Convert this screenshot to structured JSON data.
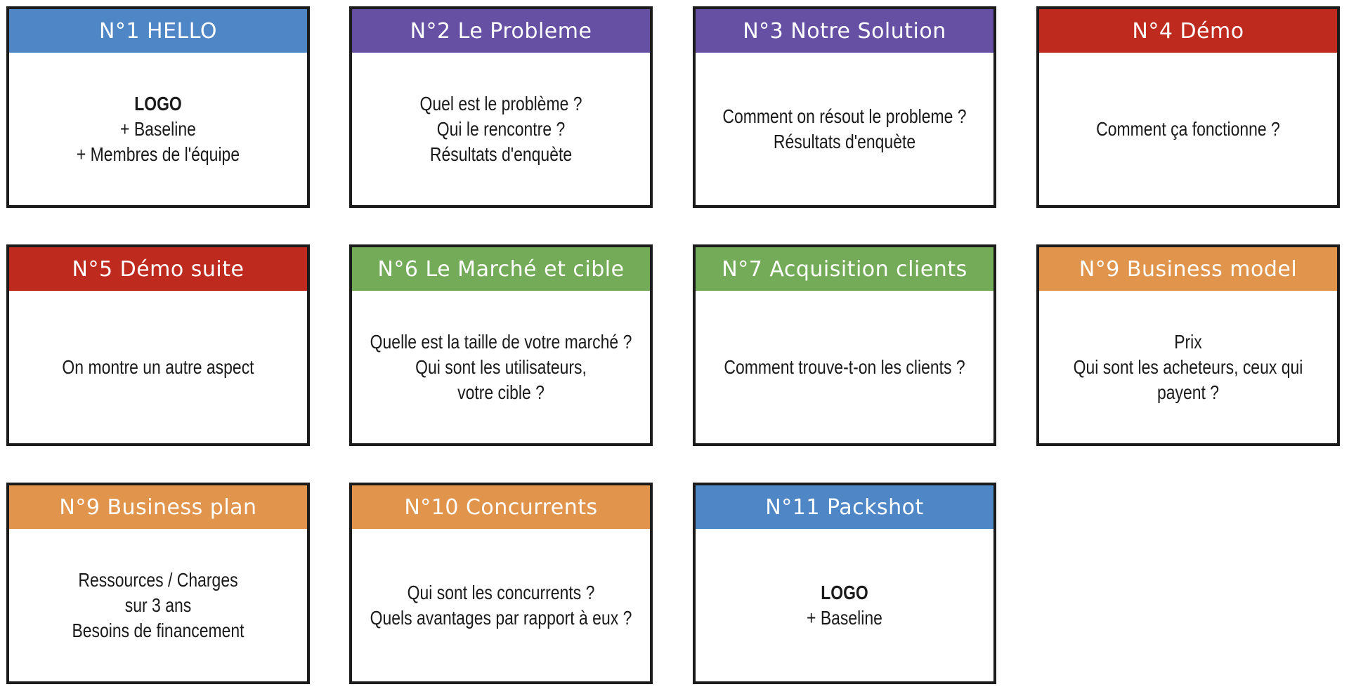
{
  "colors": {
    "blue": "#4f86c6",
    "purple": "#6650a4",
    "red": "#bf2a1f",
    "green": "#74ab58",
    "orange": "#e0944c"
  },
  "cards": [
    {
      "title": "N°1 HELLO",
      "color": "#4f86c6",
      "lines": [
        "LOGO",
        "+ Baseline",
        "+ Membres de l'équipe"
      ],
      "bold": [
        true,
        false,
        false
      ]
    },
    {
      "title": "N°2 Le Probleme",
      "color": "#6650a4",
      "lines": [
        "Quel est le problème ?",
        "Qui le rencontre ?",
        "Résultats d'enquète"
      ],
      "bold": [
        false,
        false,
        false
      ]
    },
    {
      "title": "N°3 Notre Solution",
      "color": "#6650a4",
      "lines": [
        "Comment on résout le probleme ?",
        "Résultats d'enquète"
      ],
      "bold": [
        false,
        false
      ]
    },
    {
      "title": "N°4 Démo",
      "color": "#bf2a1f",
      "lines": [
        "Comment ça fonctionne ?"
      ],
      "bold": [
        false
      ]
    },
    {
      "title": "N°5 Démo suite",
      "color": "#bf2a1f",
      "lines": [
        "On montre un autre aspect"
      ],
      "bold": [
        false
      ]
    },
    {
      "title": "N°6 Le Marché et cible",
      "color": "#74ab58",
      "lines": [
        "Quelle est la taille de votre marché ?",
        "Qui sont les utilisateurs,",
        "votre cible ?"
      ],
      "bold": [
        false,
        false,
        false
      ]
    },
    {
      "title": "N°7 Acquisition clients",
      "color": "#74ab58",
      "lines": [
        "Comment trouve-t-on les clients ?"
      ],
      "bold": [
        false
      ]
    },
    {
      "title": "N°9 Business model",
      "color": "#e0944c",
      "lines": [
        "Prix",
        "Qui sont les acheteurs, ceux qui",
        "payent ?"
      ],
      "bold": [
        false,
        false,
        false
      ]
    },
    {
      "title": "N°9 Business plan",
      "color": "#e0944c",
      "lines": [
        "Ressources / Charges",
        "sur 3 ans",
        "Besoins de financement"
      ],
      "bold": [
        false,
        false,
        false
      ]
    },
    {
      "title": "N°10 Concurrents",
      "color": "#e0944c",
      "lines": [
        "Qui sont les concurrents ?",
        "Quels avantages par rapport à eux ?"
      ],
      "bold": [
        false,
        false
      ]
    },
    {
      "title": "N°11 Packshot",
      "color": "#4f86c6",
      "lines": [
        "LOGO",
        "+ Baseline"
      ],
      "bold": [
        true,
        false
      ]
    }
  ]
}
